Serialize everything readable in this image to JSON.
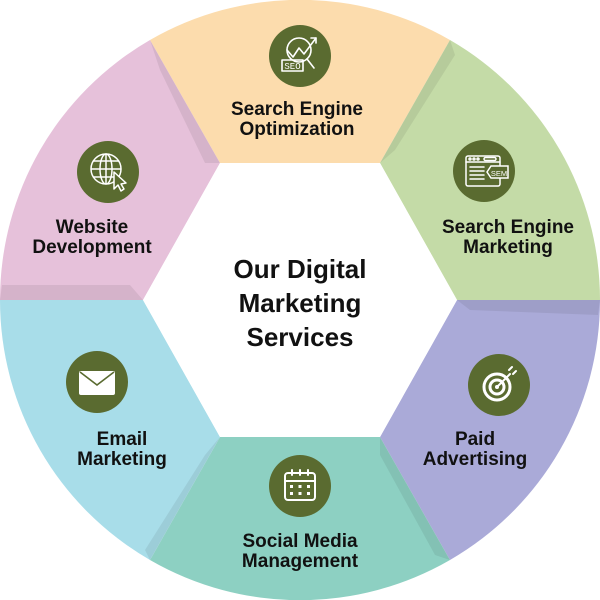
{
  "title": {
    "lines": [
      "Our Digital",
      "Marketing",
      "Services"
    ]
  },
  "colors": {
    "icon_circle": "#5a6b30",
    "icon_glyph": "#ffffff",
    "text": "#111111",
    "center": "#ffffff"
  },
  "segments": [
    {
      "id": "seo",
      "lines": [
        "Search Engine",
        "Optimization"
      ],
      "color": "#fcdcad",
      "icon": "seo-chart-magnifier-icon"
    },
    {
      "id": "sem",
      "lines": [
        "Search Engine",
        "Marketing"
      ],
      "color": "#c4dba7",
      "icon": "browser-sem-tag-icon"
    },
    {
      "id": "paid",
      "lines": [
        "Paid",
        "Advertising"
      ],
      "color": "#aaaad8",
      "icon": "target-arrow-icon"
    },
    {
      "id": "smm",
      "lines": [
        "Social Media",
        "Management"
      ],
      "color": "#8dd0c2",
      "icon": "calendar-icon"
    },
    {
      "id": "email",
      "lines": [
        "Email",
        "Marketing"
      ],
      "color": "#a8dde9",
      "icon": "envelope-icon"
    },
    {
      "id": "web",
      "lines": [
        "Website",
        "Development"
      ],
      "color": "#e6c1da",
      "icon": "globe-cursor-icon"
    }
  ]
}
